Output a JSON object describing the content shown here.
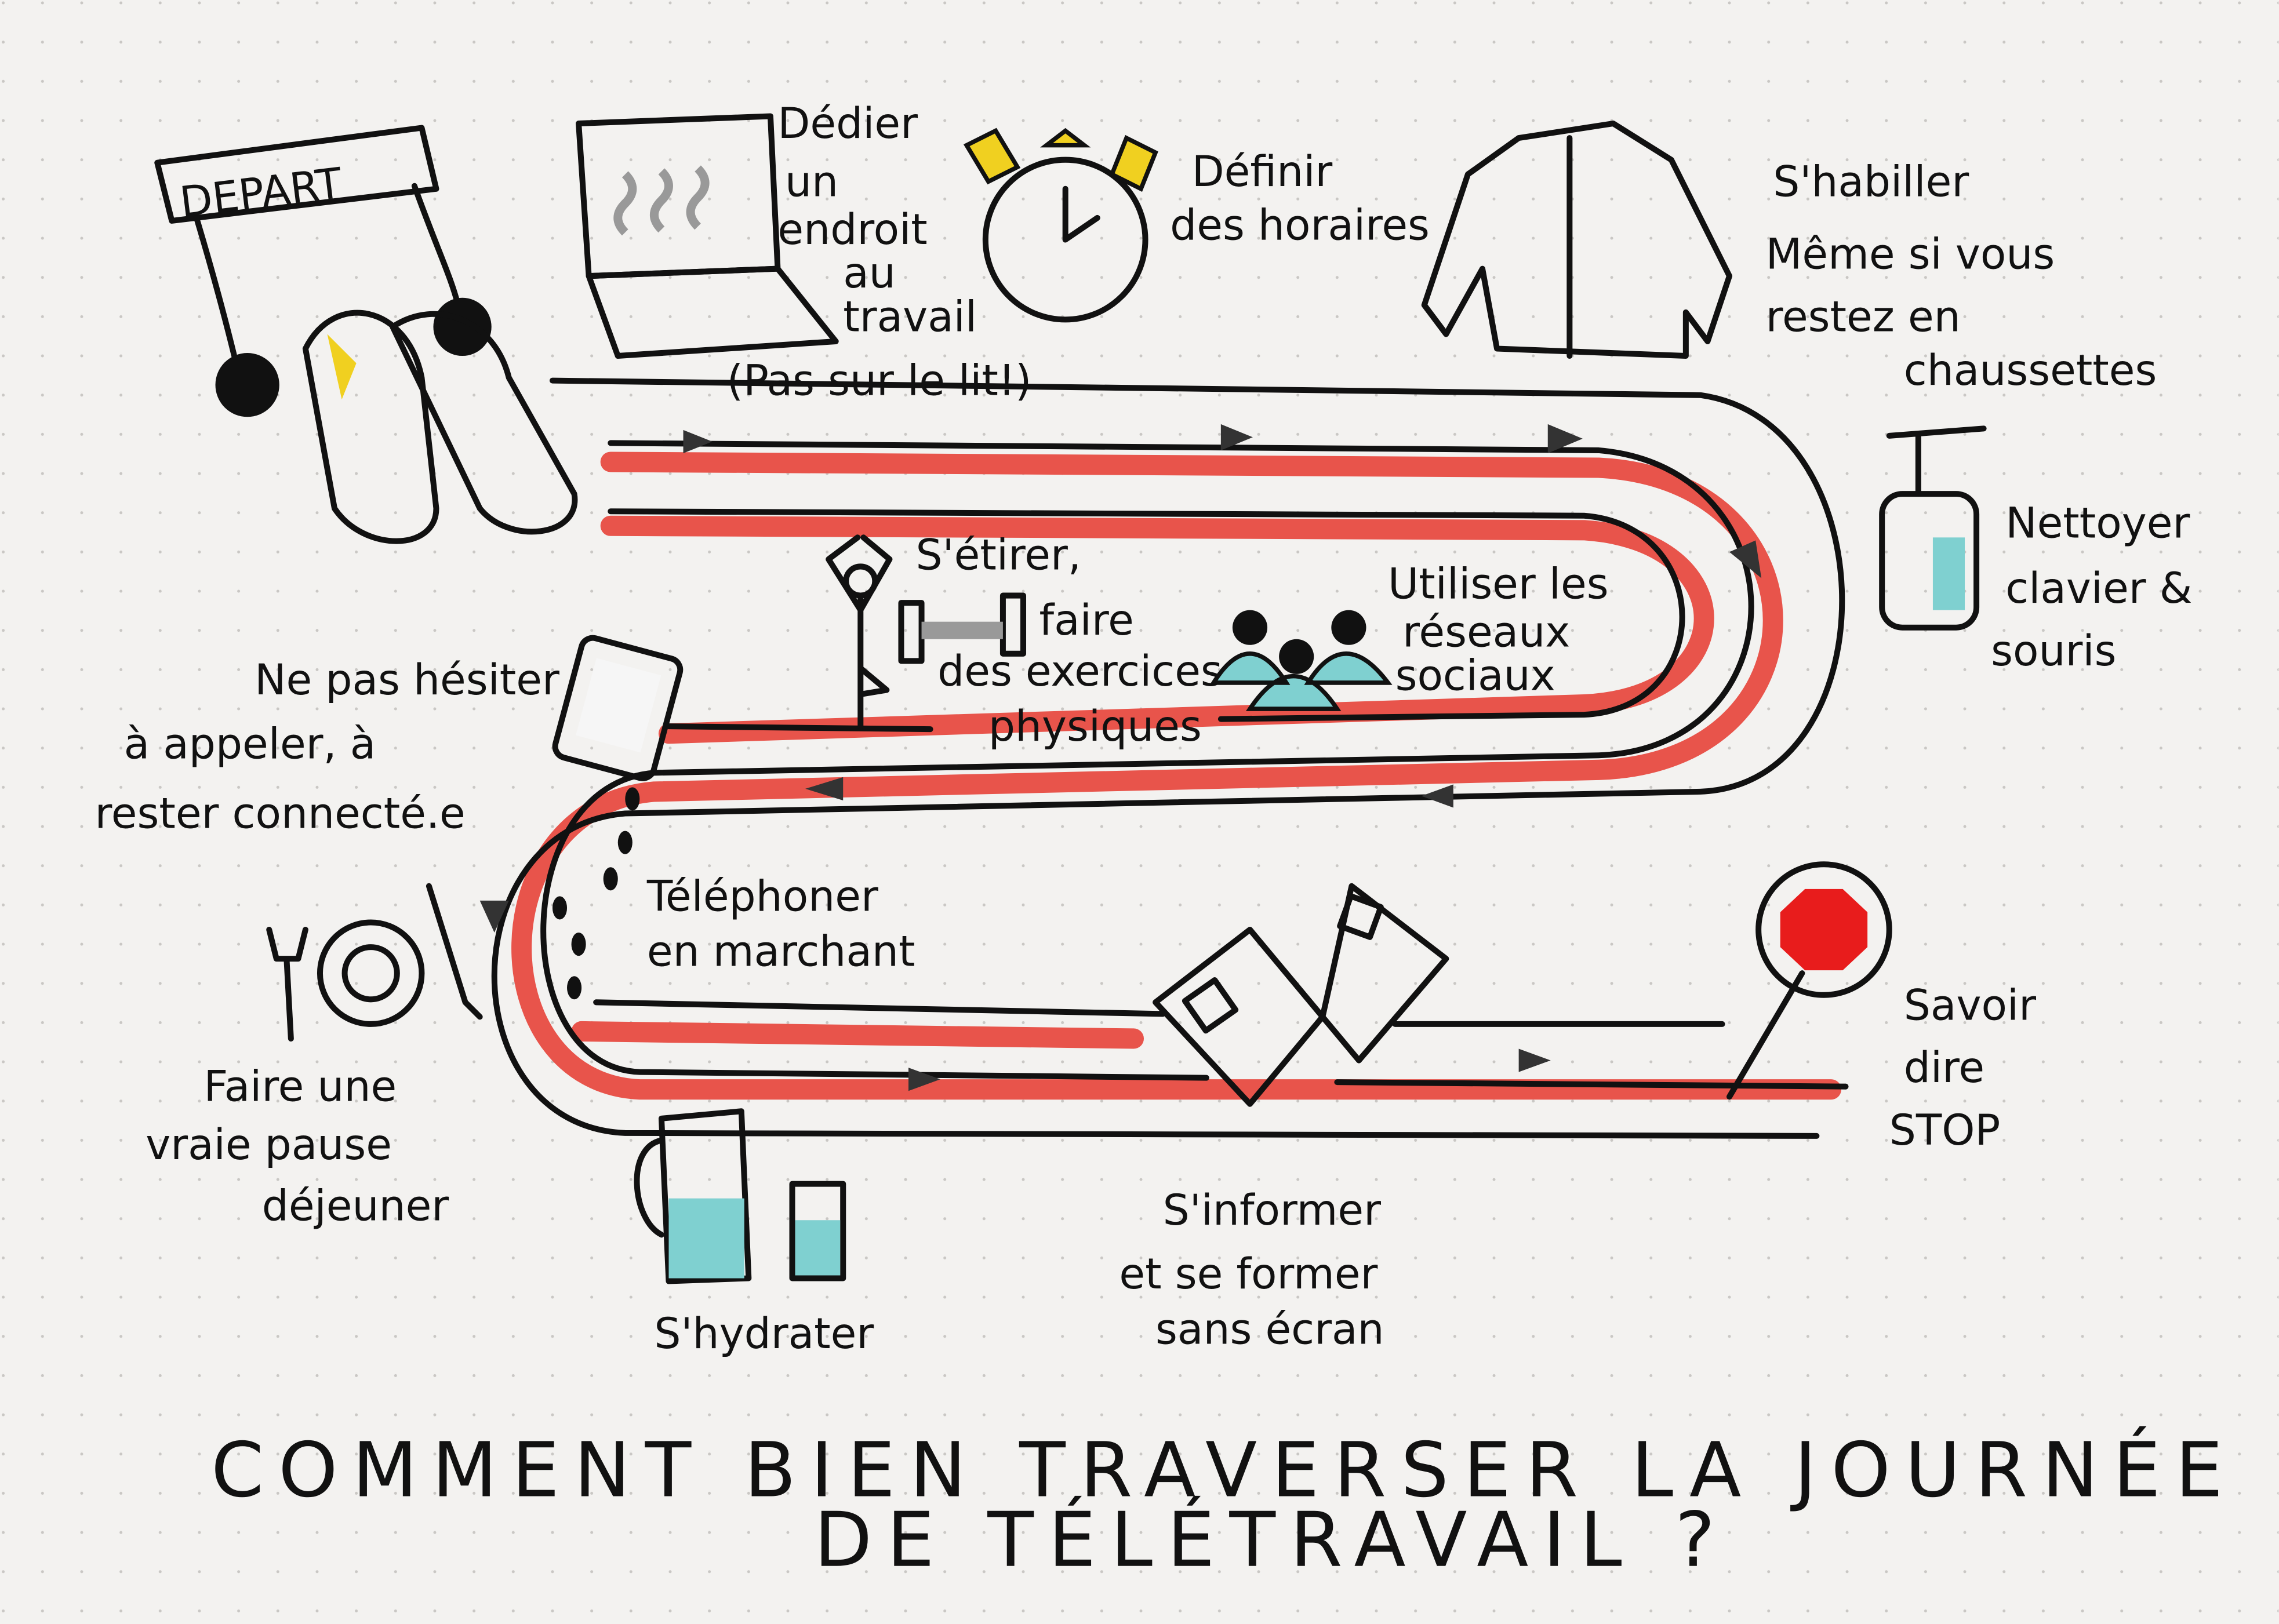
{
  "title": {
    "line1": "COMMENT BIEN TRAVERSER LA JOURNÉE",
    "line2": "DE TÉLÉTRAVAIL ?"
  },
  "start_sign": "DEPART",
  "steps": {
    "workplace": [
      "Dédier",
      "un",
      "endroit",
      "au",
      "travail",
      "(Pas sur le lit!)"
    ],
    "schedule": [
      "Définir",
      "des horaires"
    ],
    "dress": [
      "S'habiller",
      "Même si vous",
      "restez en",
      "chaussettes"
    ],
    "clean": [
      "Nettoyer",
      "clavier &",
      "souris"
    ],
    "stretch": [
      "S'étirer,",
      "faire",
      "des exercices",
      "physiques"
    ],
    "social": [
      "Utiliser les",
      "réseaux",
      "sociaux"
    ],
    "call": [
      "Ne pas hésiter",
      "à appeler, à",
      "rester connecté.e"
    ],
    "walk": [
      "Téléphoner",
      "en marchant"
    ],
    "lunch": [
      "Faire une",
      "vraie pause",
      "déjeuner"
    ],
    "hydrate": [
      "S'hydrater"
    ],
    "learn": [
      "S'informer",
      "et se former",
      "sans écran"
    ],
    "stop": [
      "Savoir",
      "dire",
      "STOP"
    ]
  },
  "colors": {
    "road": "#e8544b",
    "ink": "#111111",
    "water": "#7fd0d0",
    "accent_yellow": "#f0d020",
    "paper": "#f3f2f0"
  }
}
